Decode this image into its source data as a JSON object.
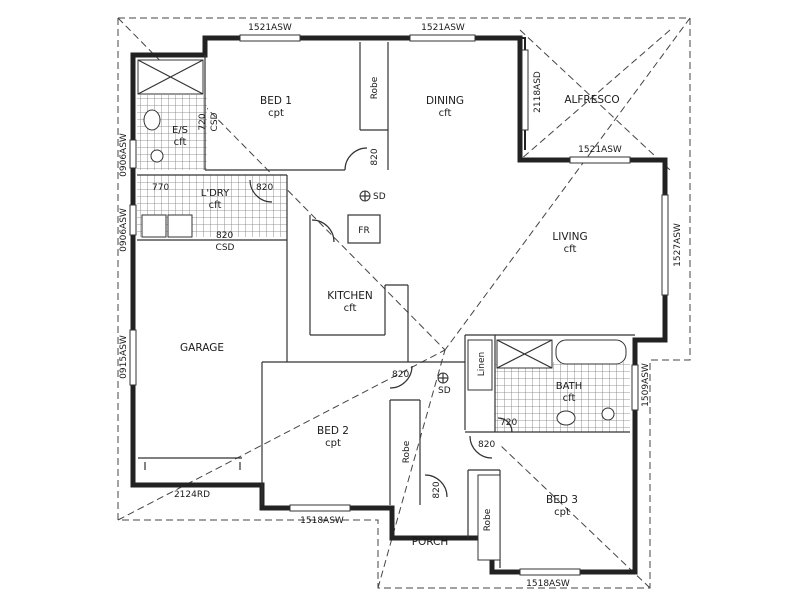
{
  "rooms": {
    "bed1": {
      "name": "BED 1",
      "finish": "cpt"
    },
    "dining": {
      "name": "DINING",
      "finish": "cft"
    },
    "alfresco": {
      "name": "ALFRESCO"
    },
    "es": {
      "name": "E/S",
      "finish": "cft"
    },
    "ldry": {
      "name": "L'DRY",
      "finish": "cft"
    },
    "living": {
      "name": "LIVING",
      "finish": "cft"
    },
    "kitchen": {
      "name": "KITCHEN",
      "finish": "cft"
    },
    "garage": {
      "name": "GARAGE"
    },
    "bed2": {
      "name": "BED 2",
      "finish": "cpt"
    },
    "bath": {
      "name": "BATH",
      "finish": "cft"
    },
    "bed3": {
      "name": "BED 3",
      "finish": "cpt"
    },
    "porch": {
      "name": "PORCH"
    }
  },
  "fixtures": {
    "robe": "Robe",
    "linen": "Linen",
    "fridge": "FR",
    "smoke_detector": "SD",
    "csd": "CSD"
  },
  "dimensions": {
    "bed1_window": "1521ASW",
    "dining_window": "1521ASW",
    "alfresco_door": "2118ASD",
    "living_top_window": "1521ASW",
    "living_side_window": "1527ASW",
    "es_window": "0906ASW",
    "ldry_window": "0906ASW",
    "garage_side_window": "0915ASW",
    "garage_door": "2124RD",
    "bed2_window": "1518ASW",
    "bed3_window": "1518ASW",
    "bath_window": "1509ASW",
    "door_820": "820",
    "door_770": "770",
    "door_720": "720"
  }
}
